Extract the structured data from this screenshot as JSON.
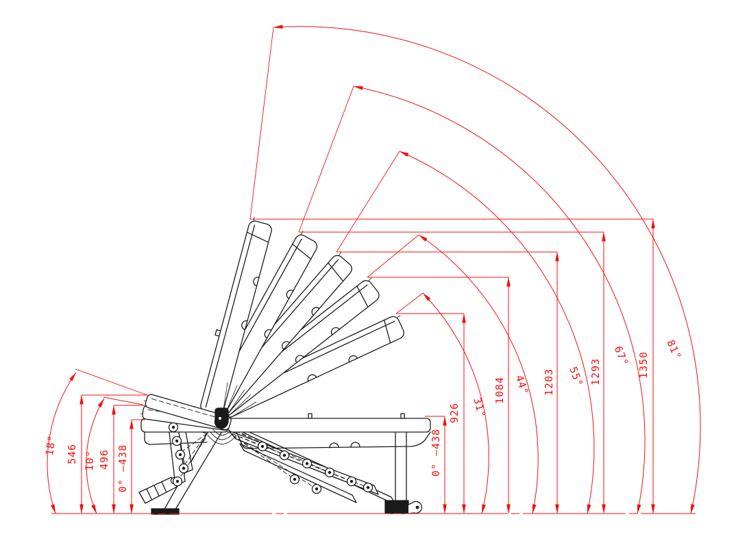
{
  "drawing": {
    "title": "Adjustable bench incline positions - side elevation with angle and height dimensions",
    "units": "mm / degrees",
    "colors": {
      "dimension_red": "#f40f0f",
      "linework_black": "#1a1a1a",
      "background": "#ffffff"
    },
    "positions": [
      {
        "angle_deg": 0,
        "height_mm": 438,
        "label": "0° —438"
      },
      {
        "angle_deg": 10,
        "height_mm": 496,
        "label_angle": "10°",
        "label_height": "496"
      },
      {
        "angle_deg": 18,
        "height_mm": 546,
        "label_angle": "18°",
        "label_height": "546"
      },
      {
        "angle_deg": 31,
        "height_mm": 926,
        "label_angle": "31°",
        "label_height": "926"
      },
      {
        "angle_deg": 44,
        "height_mm": 1084,
        "label_angle": "44°",
        "label_height": "1084"
      },
      {
        "angle_deg": 55,
        "height_mm": 1203,
        "label_angle": "55°",
        "label_height": "1203"
      },
      {
        "angle_deg": 67,
        "height_mm": 1293,
        "label_angle": "67°",
        "label_height": "1293"
      },
      {
        "angle_deg": 81,
        "height_mm": 1350,
        "label_angle": "81°",
        "label_height": "1350"
      }
    ]
  },
  "dimensions": {
    "left": [
      {
        "type": "angle",
        "text": "18°"
      },
      {
        "type": "height",
        "text": "546"
      },
      {
        "type": "angle",
        "text": "10°"
      },
      {
        "type": "height",
        "text": "496"
      },
      {
        "type": "combo",
        "text": "0° —438"
      }
    ],
    "right": [
      {
        "type": "combo",
        "text": "0° —438"
      },
      {
        "type": "height",
        "text": "926"
      },
      {
        "type": "angle",
        "text": "31°"
      },
      {
        "type": "height",
        "text": "1084"
      },
      {
        "type": "angle",
        "text": "44°"
      },
      {
        "type": "height",
        "text": "1203"
      },
      {
        "type": "angle",
        "text": "55°"
      },
      {
        "type": "height",
        "text": "1293"
      },
      {
        "type": "angle",
        "text": "67°"
      },
      {
        "type": "height",
        "text": "1350"
      },
      {
        "type": "angle",
        "text": "81°"
      }
    ]
  }
}
